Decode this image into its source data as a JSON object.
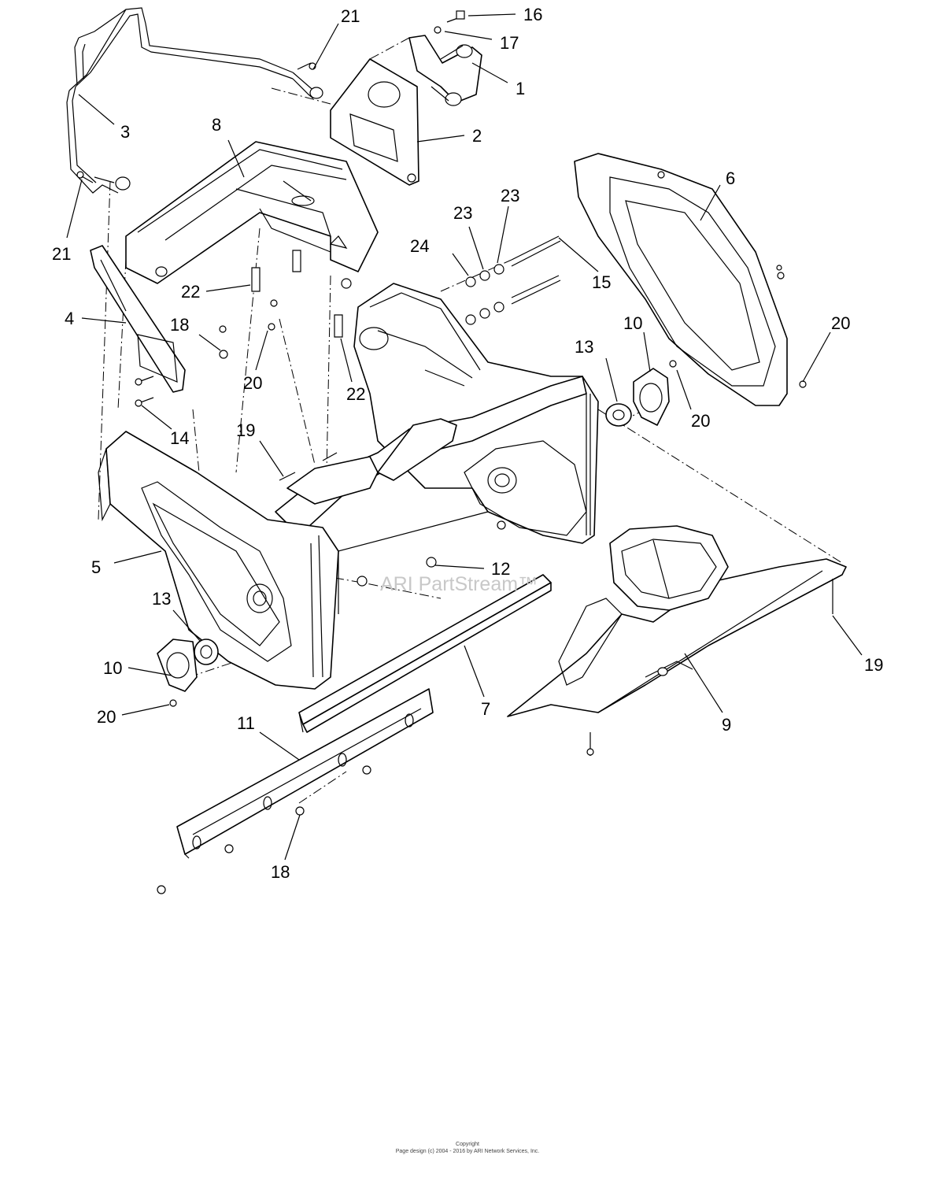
{
  "diagram": {
    "watermark": "ARI PartStream™",
    "callouts": [
      {
        "id": "c16",
        "label": "16"
      },
      {
        "id": "c21a",
        "label": "21"
      },
      {
        "id": "c17",
        "label": "17"
      },
      {
        "id": "c1",
        "label": "1"
      },
      {
        "id": "c3",
        "label": "3"
      },
      {
        "id": "c2",
        "label": "2"
      },
      {
        "id": "c8",
        "label": "8"
      },
      {
        "id": "c6",
        "label": "6"
      },
      {
        "id": "c23a",
        "label": "23"
      },
      {
        "id": "c23b",
        "label": "23"
      },
      {
        "id": "c24",
        "label": "24"
      },
      {
        "id": "c21b",
        "label": "21"
      },
      {
        "id": "c15",
        "label": "15"
      },
      {
        "id": "c22a",
        "label": "22"
      },
      {
        "id": "c4",
        "label": "4"
      },
      {
        "id": "c18a",
        "label": "18"
      },
      {
        "id": "c10a",
        "label": "10"
      },
      {
        "id": "c20a",
        "label": "20"
      },
      {
        "id": "c13a",
        "label": "13"
      },
      {
        "id": "c20b",
        "label": "20"
      },
      {
        "id": "c22b",
        "label": "22"
      },
      {
        "id": "c20c",
        "label": "20"
      },
      {
        "id": "c14",
        "label": "14"
      },
      {
        "id": "c19a",
        "label": "19"
      },
      {
        "id": "c5",
        "label": "5"
      },
      {
        "id": "c12",
        "label": "12"
      },
      {
        "id": "c13b",
        "label": "13"
      },
      {
        "id": "c19b",
        "label": "19"
      },
      {
        "id": "c10b",
        "label": "10"
      },
      {
        "id": "c7",
        "label": "7"
      },
      {
        "id": "c20d",
        "label": "20"
      },
      {
        "id": "c9",
        "label": "9"
      },
      {
        "id": "c11",
        "label": "11"
      },
      {
        "id": "c18b",
        "label": "18"
      }
    ]
  },
  "footer": {
    "line1": "Copyright",
    "line2": "Page design (c) 2004 - 2016 by ARI Network Services, Inc."
  }
}
